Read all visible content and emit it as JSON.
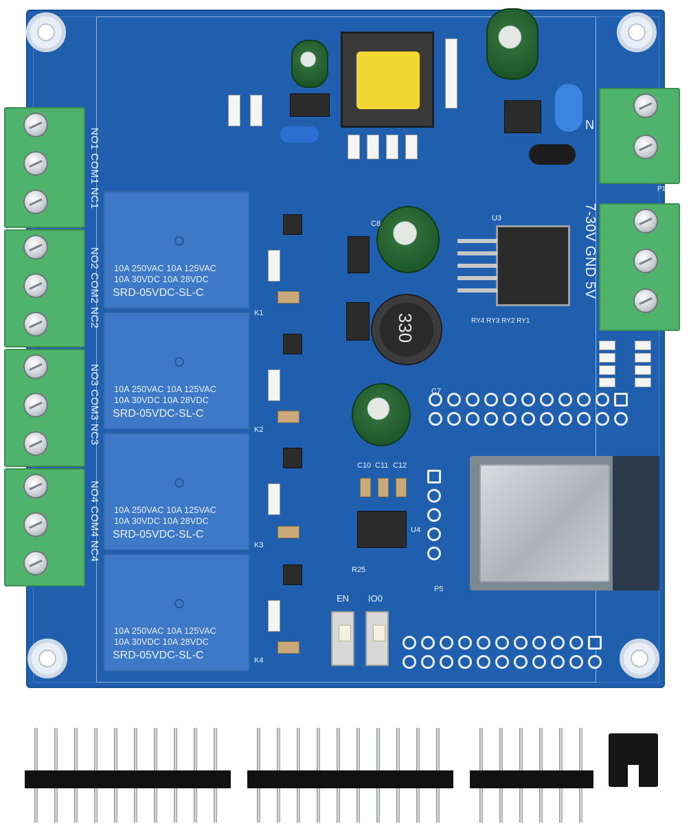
{
  "relays": [
    {
      "line1": "10A 250VAC  10A 125VAC",
      "line2": "10A  30VDC  10A  28VDC",
      "model": "SRD-05VDC-SL-C"
    },
    {
      "line1": "10A 250VAC  10A 125VAC",
      "line2": "10A  30VDC  10A  28VDC",
      "model": "SRD-05VDC-SL-C"
    },
    {
      "line1": "10A 250VAC  10A 125VAC",
      "line2": "10A  30VDC  10A  28VDC",
      "model": "SRD-05VDC-SL-C"
    },
    {
      "line1": "10A 250VAC  10A 125VAC",
      "line2": "10A  30VDC  10A  28VDC",
      "model": "SRD-05VDC-SL-C"
    }
  ],
  "terminal_labels": [
    "NO1 COM1 NC1",
    "NO2 COM2 NC2",
    "NO3 COM3 NC3",
    "NO4 COM4 NC4"
  ],
  "power_label": "7-30V GND 5V",
  "inductor_marking": "330",
  "buttons": {
    "en": "EN",
    "io0": "IO0"
  },
  "silkscreen": {
    "k1": "K1",
    "k2": "K2",
    "k3": "K3",
    "k4": "K4",
    "u3": "U3",
    "u4": "U4",
    "p5": "P5",
    "c7": "C7",
    "c8": "C8",
    "ry": "RY4  RY3  RY2  RY1",
    "l_n": "N",
    "p1": "P1",
    "r25": "R25",
    "c10": "C10",
    "c11": "C11",
    "c12": "C12"
  }
}
